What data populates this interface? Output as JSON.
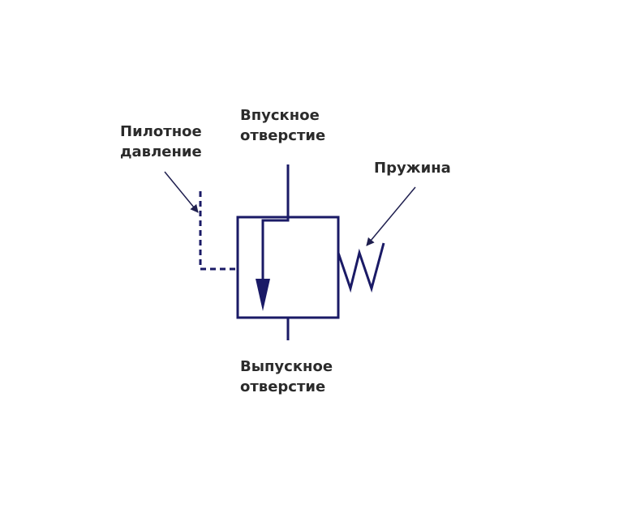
{
  "colors": {
    "symbol": "#1a1a66",
    "leader": "#1f1f4f",
    "text": "#2b2b2b",
    "background": "#ffffff"
  },
  "labels": {
    "inlet": {
      "line1": "Впускное",
      "line2": "отверстие"
    },
    "pilot": {
      "line1": "Пилотное",
      "line2": "давление"
    },
    "spring": "Пружина",
    "outlet": {
      "line1": "Выпускное",
      "line2": "отверстие"
    }
  }
}
